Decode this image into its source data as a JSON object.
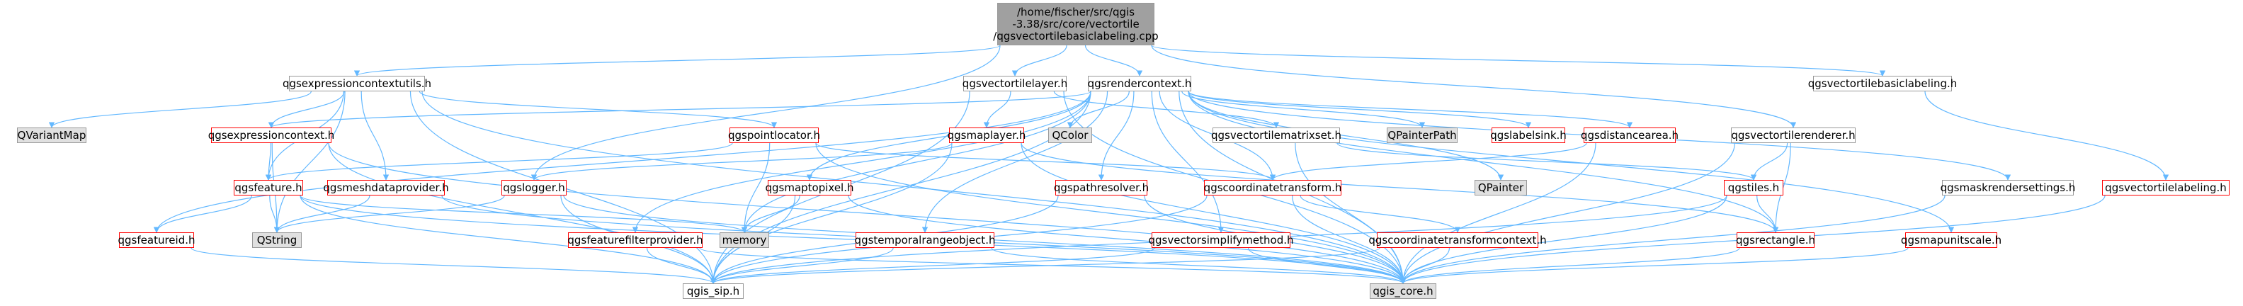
{
  "colors": {
    "edge": "#63b8ff",
    "red_border": "#ff0000",
    "grey_border": "#999999",
    "root_fill": "#a0a0a0",
    "system_fill": "#e0e0e0"
  },
  "nodes": {
    "root": {
      "label": "/home/fischer/src/qgis\n-3.38/src/core/vectortile\n/qgsvectortilebasiclabeling.cpp"
    },
    "qgsexpressioncontextutils": {
      "label": "qgsexpressioncontextutils.h"
    },
    "qgsvectortilelayer": {
      "label": "qgsvectortilelayer.h"
    },
    "qgsrendercontext": {
      "label": "qgsrendercontext.h"
    },
    "qgsvectortilebasiclabeling": {
      "label": "qgsvectortilebasiclabeling.h"
    },
    "QVariantMap": {
      "label": "QVariantMap"
    },
    "qgsexpressioncontext": {
      "label": "qgsexpressioncontext.h"
    },
    "qgspointlocator": {
      "label": "qgspointlocator.h"
    },
    "qgsmaplayer": {
      "label": "qgsmaplayer.h"
    },
    "QColor": {
      "label": "QColor"
    },
    "qgsvectortilematrixset": {
      "label": "qgsvectortilematrixset.h"
    },
    "QPainterPath": {
      "label": "QPainterPath"
    },
    "qgslabelsink": {
      "label": "qgslabelsink.h"
    },
    "qgsdistancearea": {
      "label": "qgsdistancearea.h"
    },
    "qgsvectortilerenderer": {
      "label": "qgsvectortilerenderer.h"
    },
    "qgsfeature": {
      "label": "qgsfeature.h"
    },
    "qgsmeshdataprovider": {
      "label": "qgsmeshdataprovider.h"
    },
    "qgslogger": {
      "label": "qgslogger.h"
    },
    "qgsmaptopixel": {
      "label": "qgsmaptopixel.h"
    },
    "qgspathresolver": {
      "label": "qgspathresolver.h"
    },
    "qgscoordinatetransform": {
      "label": "qgscoordinatetransform.h"
    },
    "QPainter": {
      "label": "QPainter"
    },
    "qgstiles": {
      "label": "qgstiles.h"
    },
    "qgsmaskrendersettings": {
      "label": "qgsmaskrendersettings.h"
    },
    "qgsvectortilelabeling": {
      "label": "qgsvectortilelabeling.h"
    },
    "qgsfeatureid": {
      "label": "qgsfeatureid.h"
    },
    "QString": {
      "label": "QString"
    },
    "memory": {
      "label": "memory"
    },
    "qgsfeaturefilterprovider": {
      "label": "qgsfeaturefilterprovider.h"
    },
    "qgstemporalrangeobject": {
      "label": "qgstemporalrangeobject.h"
    },
    "qgsvectorsimplifymethod": {
      "label": "qgsvectorsimplifymethod.h"
    },
    "qgscoordinatetransformcontext": {
      "label": "qgscoordinatetransformcontext.h"
    },
    "qgsrectangle": {
      "label": "qgsrectangle.h"
    },
    "qgsmapunitscale": {
      "label": "qgsmapunitscale.h"
    },
    "qgis_sip": {
      "label": "qgis_sip.h"
    },
    "qgis_core": {
      "label": "qgis_core.h"
    }
  },
  "edges": [
    [
      "root",
      "qgsexpressioncontextutils"
    ],
    [
      "root",
      "qgsvectortilelayer"
    ],
    [
      "root",
      "qgsrendercontext"
    ],
    [
      "root",
      "qgsvectortilebasiclabeling"
    ],
    [
      "root",
      "qgslogger"
    ],
    [
      "root",
      "qgsvectortilerenderer"
    ],
    [
      "qgsexpressioncontextutils",
      "QVariantMap"
    ],
    [
      "qgsexpressioncontextutils",
      "qgsexpressioncontext"
    ],
    [
      "qgsexpressioncontextutils",
      "qgsfeature"
    ],
    [
      "qgsexpressioncontextutils",
      "qgsmeshdataprovider"
    ],
    [
      "qgsexpressioncontextutils",
      "qgspointlocator"
    ],
    [
      "qgsexpressioncontextutils",
      "qgis_sip"
    ],
    [
      "qgsexpressioncontextutils",
      "qgis_core"
    ],
    [
      "qgsexpressioncontextutils",
      "QString"
    ],
    [
      "qgsvectortilelayer",
      "qgsmaplayer"
    ],
    [
      "qgsvectortilelayer",
      "qgsvectortilematrixset"
    ],
    [
      "qgsvectortilelayer",
      "qgis_core"
    ],
    [
      "qgsvectortilelayer",
      "qgis_sip"
    ],
    [
      "qgsrendercontext",
      "QColor"
    ],
    [
      "qgsrendercontext",
      "QPainterPath"
    ],
    [
      "qgsrendercontext",
      "qgslabelsink"
    ],
    [
      "qgsrendercontext",
      "qgsdistancearea"
    ],
    [
      "qgsrendercontext",
      "qgsexpressioncontext"
    ],
    [
      "qgsrendercontext",
      "qgsmaptopixel"
    ],
    [
      "qgsrendercontext",
      "qgspathresolver"
    ],
    [
      "qgsrendercontext",
      "qgscoordinatetransform"
    ],
    [
      "qgsrendercontext",
      "qgsfeaturefilterprovider"
    ],
    [
      "qgsrendercontext",
      "qgstemporalrangeobject"
    ],
    [
      "qgsrendercontext",
      "qgsvectorsimplifymethod"
    ],
    [
      "qgsrendercontext",
      "qgsrectangle"
    ],
    [
      "qgsrendercontext",
      "qgsmapunitscale"
    ],
    [
      "qgsrendercontext",
      "qgsmaskrendersettings"
    ],
    [
      "qgsrendercontext",
      "memory"
    ],
    [
      "qgsrendercontext",
      "QPainter"
    ],
    [
      "qgsrendercontext",
      "qgis_core"
    ],
    [
      "qgsrendercontext",
      "qgis_sip"
    ],
    [
      "qgsrendercontext",
      "qgsfeatureid"
    ],
    [
      "qgsvectortilebasiclabeling",
      "qgsvectortilelabeling"
    ],
    [
      "qgsvectortilelabeling",
      "qgis_core"
    ],
    [
      "qgsexpressioncontext",
      "qgsfeature"
    ],
    [
      "qgsexpressioncontext",
      "QString"
    ],
    [
      "qgsexpressioncontext",
      "qgis_core"
    ],
    [
      "qgsexpressioncontext",
      "qgis_sip"
    ],
    [
      "qgspointlocator",
      "memory"
    ],
    [
      "qgspointlocator",
      "qgscoordinatetransform"
    ],
    [
      "qgspointlocator",
      "qgsfeature"
    ],
    [
      "qgspointlocator",
      "qgis_core"
    ],
    [
      "qgsmaplayer",
      "qgslogger"
    ],
    [
      "qgsmaplayer",
      "qgsrectangle"
    ],
    [
      "qgsmaplayer",
      "qgis_core"
    ],
    [
      "qgsmaplayer",
      "qgis_sip"
    ],
    [
      "qgsvectortilematrixset",
      "qgstiles"
    ],
    [
      "qgsvectortilematrixset",
      "qgis_core"
    ],
    [
      "qgsdistancearea",
      "qgscoordinatetransform"
    ],
    [
      "qgsdistancearea",
      "qgis_core"
    ],
    [
      "qgsvectortilerenderer",
      "qgstiles"
    ],
    [
      "qgsvectortilerenderer",
      "qgis_core"
    ],
    [
      "qgsvectortilerenderer",
      "qgsrectangle"
    ],
    [
      "qgsfeature",
      "qgsfeatureid"
    ],
    [
      "qgsfeature",
      "QString"
    ],
    [
      "qgsfeature",
      "memory"
    ],
    [
      "qgsfeature",
      "qgis_core"
    ],
    [
      "qgsfeature",
      "qgis_sip"
    ],
    [
      "qgsmeshdataprovider",
      "QString"
    ],
    [
      "qgsmeshdataprovider",
      "qgis_core"
    ],
    [
      "qgslogger",
      "QString"
    ],
    [
      "qgslogger",
      "qgis_core"
    ],
    [
      "qgslogger",
      "qgis_sip"
    ],
    [
      "qgsmaptopixel",
      "memory"
    ],
    [
      "qgsmaptopixel",
      "qgis_core"
    ],
    [
      "qgsmaptopixel",
      "qgis_sip"
    ],
    [
      "qgspathresolver",
      "qgis_core"
    ],
    [
      "qgspathresolver",
      "qgis_sip"
    ],
    [
      "qgscoordinatetransform",
      "qgscoordinatetransformcontext"
    ],
    [
      "qgscoordinatetransform",
      "qgis_core"
    ],
    [
      "qgscoordinatetransform",
      "qgis_sip"
    ],
    [
      "qgstiles",
      "qgsrectangle"
    ],
    [
      "qgstiles",
      "qgis_core"
    ],
    [
      "qgstiles",
      "qgis_sip"
    ],
    [
      "qgsmaskrendersettings",
      "qgis_core"
    ],
    [
      "qgsfeatureid",
      "qgis_sip"
    ],
    [
      "qgsfeaturefilterprovider",
      "qgis_sip"
    ],
    [
      "qgsfeaturefilterprovider",
      "qgis_core"
    ],
    [
      "qgstemporalrangeobject",
      "qgis_sip"
    ],
    [
      "qgstemporalrangeobject",
      "qgis_core"
    ],
    [
      "qgsvectorsimplifymethod",
      "qgis_core"
    ],
    [
      "qgsvectorsimplifymethod",
      "qgis_sip"
    ],
    [
      "qgscoordinatetransformcontext",
      "qgis_core"
    ],
    [
      "qgscoordinatetransformcontext",
      "qgis_sip"
    ],
    [
      "qgsrectangle",
      "qgis_core"
    ],
    [
      "qgsmapunitscale",
      "qgis_core"
    ]
  ]
}
